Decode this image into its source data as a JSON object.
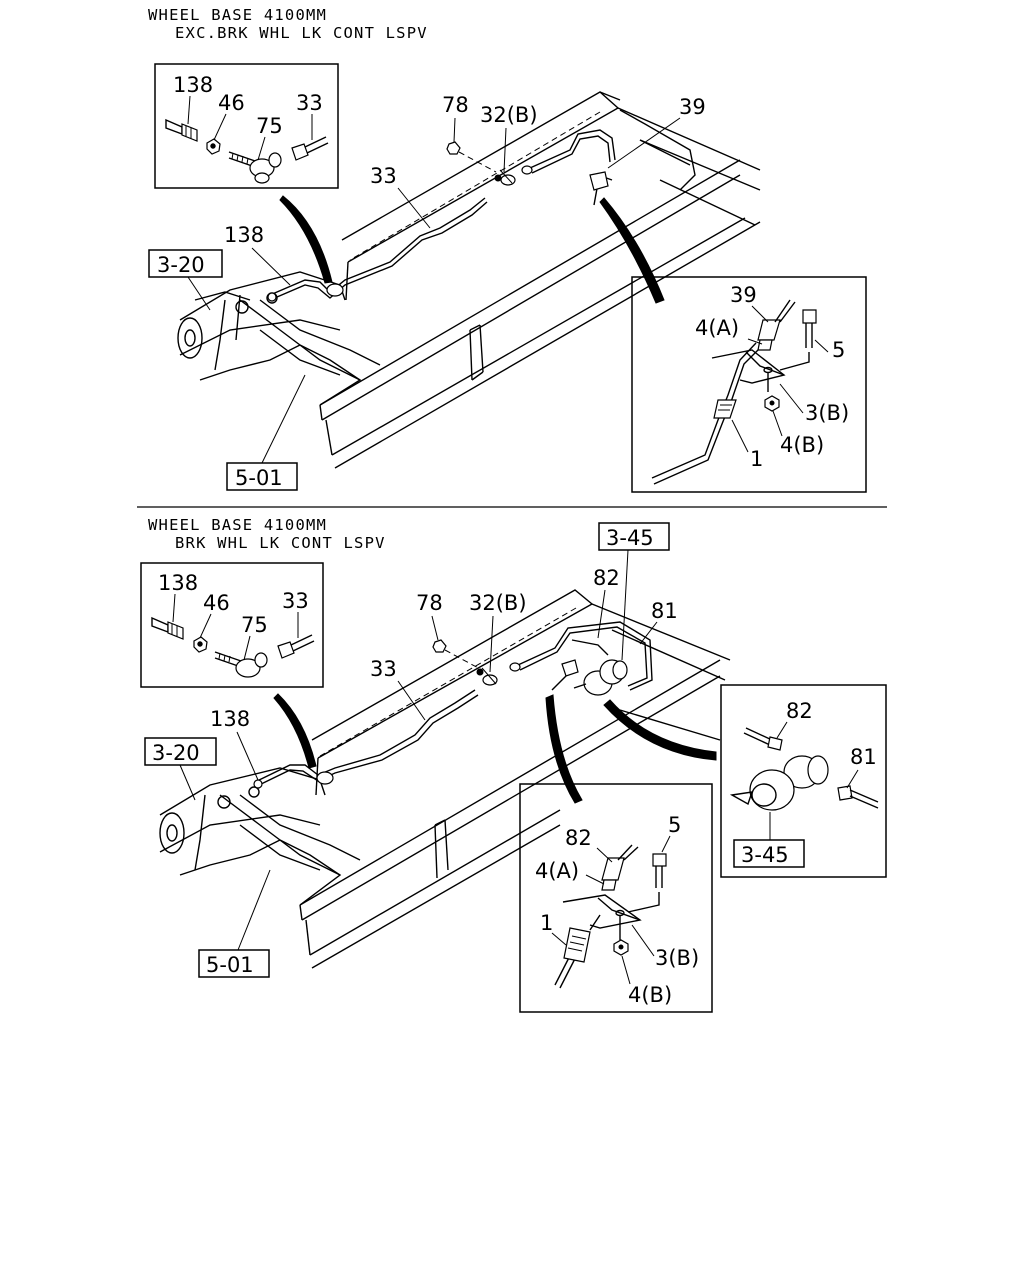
{
  "diagram_top": {
    "heading_line1": "WHEEL BASE 4100MM",
    "heading_line2": "EXC.BRK WHL LK CONT LSPV",
    "inset_labels": {
      "p138": "138",
      "p46": "46",
      "p75": "75",
      "p33": "33"
    },
    "main_labels": {
      "p78": "78",
      "p32b": "32(B)",
      "p39": "39",
      "p33": "33",
      "p138": "138"
    },
    "refs": {
      "r320": "3-20",
      "r501": "5-01"
    },
    "detail_labels": {
      "p39": "39",
      "p4a": "4(A)",
      "p5": "5",
      "p3b": "3(B)",
      "p1": "1",
      "p4b": "4(B)"
    }
  },
  "diagram_bottom": {
    "heading_line1": "WHEEL BASE 4100MM",
    "heading_line2": "BRK WHL LK CONT LSPV",
    "inset_labels": {
      "p138": "138",
      "p46": "46",
      "p75": "75",
      "p33": "33"
    },
    "main_labels": {
      "p78": "78",
      "p32b": "32(B)",
      "p82": "82",
      "p81": "81",
      "p33": "33",
      "p138": "138"
    },
    "refs": {
      "r345": "3-45",
      "r320": "3-20",
      "r501": "5-01",
      "r345b": "3-45"
    },
    "detail_labels": {
      "p82": "82",
      "p5": "5",
      "p4a": "4(A)",
      "p1": "1",
      "p3b": "3(B)",
      "p4b": "4(B)"
    },
    "valve_labels": {
      "p82": "82",
      "p81": "81"
    }
  }
}
